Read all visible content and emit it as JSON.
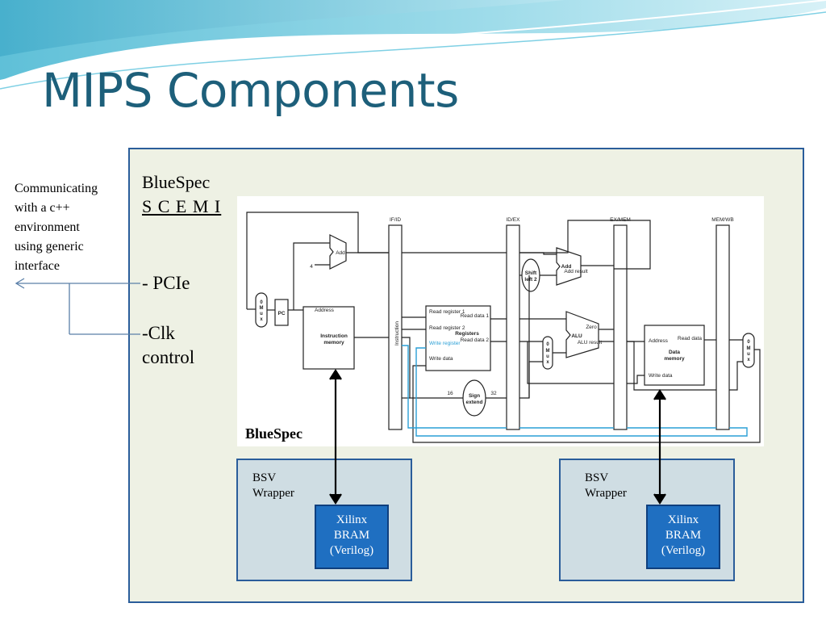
{
  "slide": {
    "title": "MIPS Components",
    "side_note": {
      "lines": [
        "Communicating",
        "with a  c++",
        "environment",
        "using generic",
        "interface"
      ]
    },
    "scemi_title": "BlueSpec",
    "scemi_subtitle": "S C E M I",
    "pcie_label": "- PCIe",
    "clk_label": "-Clk control",
    "bluespec_label": "BlueSpec",
    "wrappers": [
      {
        "label_line1": "BSV",
        "label_line2": "Wrapper",
        "bram_line1": "Xilinx",
        "bram_line2": "BRAM",
        "bram_line3": "(Verilog)"
      },
      {
        "label_line1": "BSV",
        "label_line2": "Wrapper",
        "bram_line1": "Xilinx",
        "bram_line2": "BRAM",
        "bram_line3": "(Verilog)"
      }
    ]
  },
  "pipeline": {
    "stage_labels": [
      "IF/ID",
      "ID/EX",
      "EX/MEM",
      "MEM/WB"
    ],
    "pc_label": "PC",
    "add_label": "Add",
    "four_label": "4",
    "mux_letters": "0\nM\nu\nx\n1",
    "imem_address": "Address",
    "imem_title_1": "Instruction",
    "imem_title_2": "memory",
    "instruction_label": "Instruction",
    "reg_read1": "Read register 1",
    "reg_read2": "Read register 2",
    "reg_title": "Registers",
    "reg_write_register": "Write register",
    "reg_write_data": "Write data",
    "reg_read_data1": "Read data 1",
    "reg_read_data2": "Read data 2",
    "shift_label_1": "Shift",
    "shift_label_2": "left 2",
    "add2_label": "Add",
    "add2_result": "Add result",
    "alu_label": "ALU",
    "alu_zero": "Zero",
    "alu_result": "ALU result",
    "sign_extend_1": "Sign",
    "sign_extend_2": "extend",
    "bits_16": "16",
    "bits_32": "32",
    "dmem_address": "Address",
    "dmem_title_1": "Data",
    "dmem_title_2": "memory",
    "dmem_read_data": "Read data",
    "dmem_write_data": "Write data"
  },
  "colors": {
    "title": "#1d5f7a",
    "frame_border": "#2a5d9a",
    "frame_fill": "#eef1e4",
    "wrapper_fill": "#cfdde3",
    "bram_fill": "#1f6fc1",
    "wire_highlight": "#2a9fd6"
  }
}
